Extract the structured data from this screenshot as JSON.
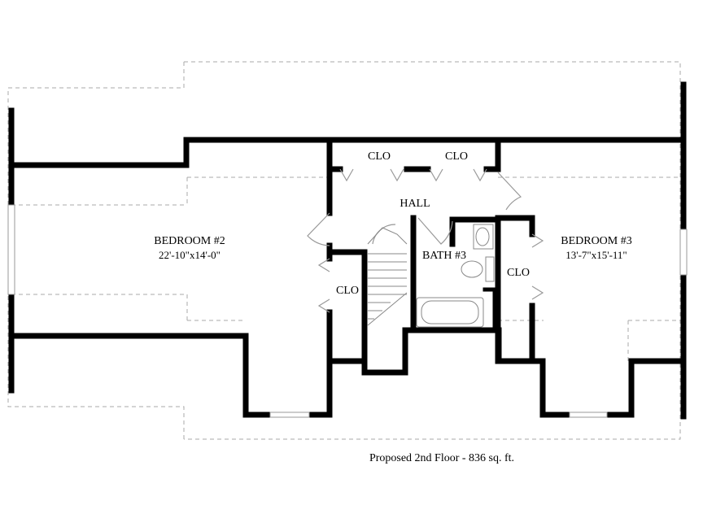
{
  "rooms": {
    "bedroom2": {
      "name": "BEDROOM #2",
      "dims": "22'-10\"x14'-0\""
    },
    "bedroom3": {
      "name": "BEDROOM #3",
      "dims": "13'-7\"x15'-11\""
    },
    "bath3": {
      "name": "BATH #3"
    },
    "hall": {
      "name": "HALL"
    },
    "clo_top_left": {
      "name": "CLO"
    },
    "clo_top_right": {
      "name": "CLO"
    },
    "clo_left": {
      "name": "CLO"
    },
    "clo_right": {
      "name": "CLO"
    }
  },
  "caption": "Proposed 2nd Floor - 836 sq. ft."
}
